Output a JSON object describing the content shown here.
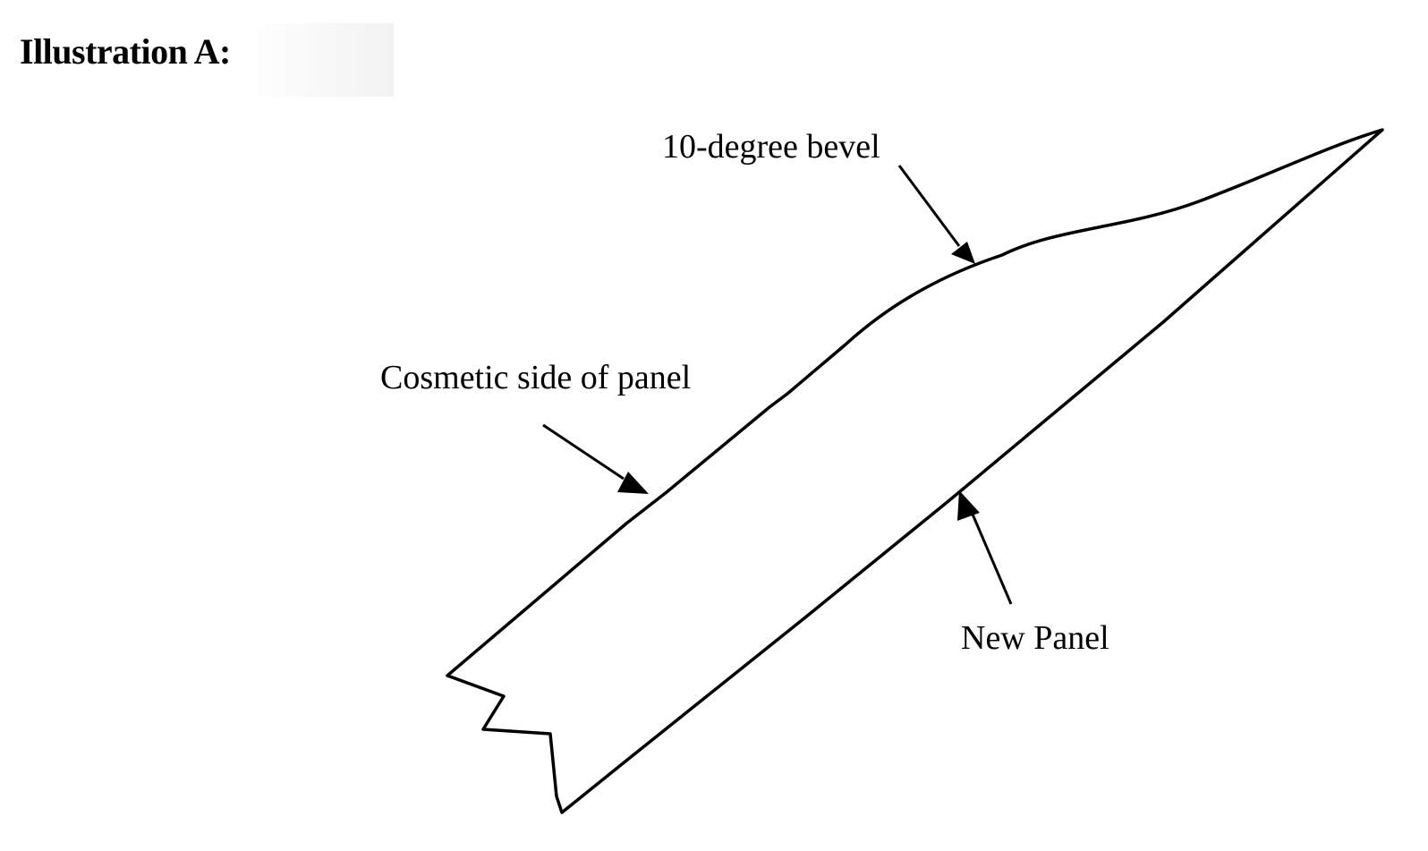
{
  "title": "Illustration A:",
  "labels": {
    "bevel": "10-degree bevel",
    "cosmetic_side": "Cosmetic side of panel",
    "new_panel": "New Panel"
  },
  "colors": {
    "ink": "#000000",
    "background": "#ffffff"
  }
}
